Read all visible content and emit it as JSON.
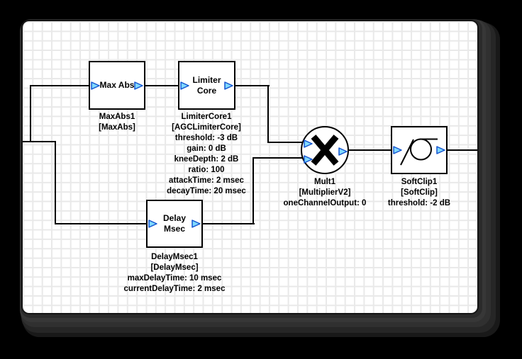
{
  "colors": {
    "frame_background": "#000000",
    "canvas_background": "#ffffff",
    "grid_line": "#e9e9e9",
    "wire": "#000000",
    "block_border": "#000000",
    "block_fill": "#ffffff",
    "pin_fill": "#80d9ff",
    "pin_border": "#1353cf",
    "text": "#000000"
  },
  "blocks": {
    "maxabs": {
      "title": "Max Abs",
      "labels": [
        "MaxAbs1",
        "[MaxAbs]"
      ]
    },
    "limiter": {
      "title1": "Limiter",
      "title2": "Core",
      "labels": [
        "LimiterCore1",
        "[AGCLimiterCore]",
        "threshold: -3 dB",
        "gain: 0 dB",
        "kneeDepth: 2 dB",
        "ratio: 100",
        "attackTime: 2 msec",
        "decayTime: 20 msec"
      ]
    },
    "delay": {
      "title1": "Delay",
      "title2": "Msec",
      "labels": [
        "DelayMsec1",
        "[DelayMsec]",
        "maxDelayTime: 10 msec",
        "currentDelayTime: 2 msec"
      ]
    },
    "mult": {
      "icon": "multiply-x-icon",
      "labels": [
        "Mult1",
        "[MultiplierV2]",
        "oneChannelOutput: 0"
      ]
    },
    "softclip": {
      "icon": "softclip-curve-icon",
      "labels": [
        "SoftClip1",
        "[SoftClip]",
        "threshold: -2 dB"
      ]
    }
  }
}
